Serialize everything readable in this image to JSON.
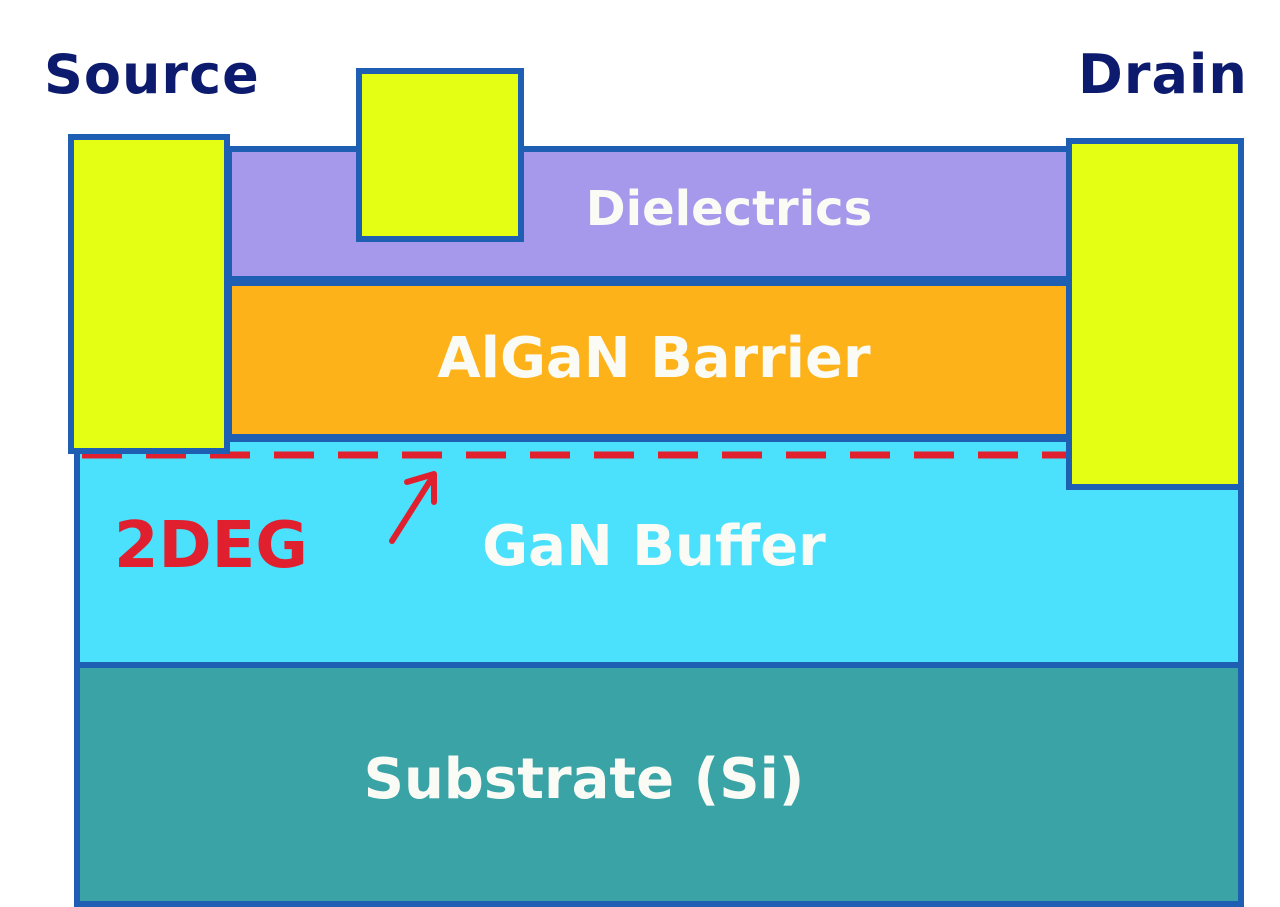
{
  "terminals": {
    "source": "Source",
    "drain": "Drain"
  },
  "layers": {
    "dielectrics": "Dielectrics",
    "barrier": "AlGaN Barrier",
    "buffer": "GaN Buffer",
    "substrate": "Substrate (Si)"
  },
  "channel": {
    "label": "2DEG"
  },
  "colors": {
    "electrode": "#e5ff14",
    "dielectrics": "#a699ec",
    "barrier": "#fdb21a",
    "buffer": "#4be0fb",
    "substrate": "#39a3a6",
    "outline": "#1f5fb3",
    "channel": "#e0202f",
    "terminal_text": "#0d1b6e"
  }
}
